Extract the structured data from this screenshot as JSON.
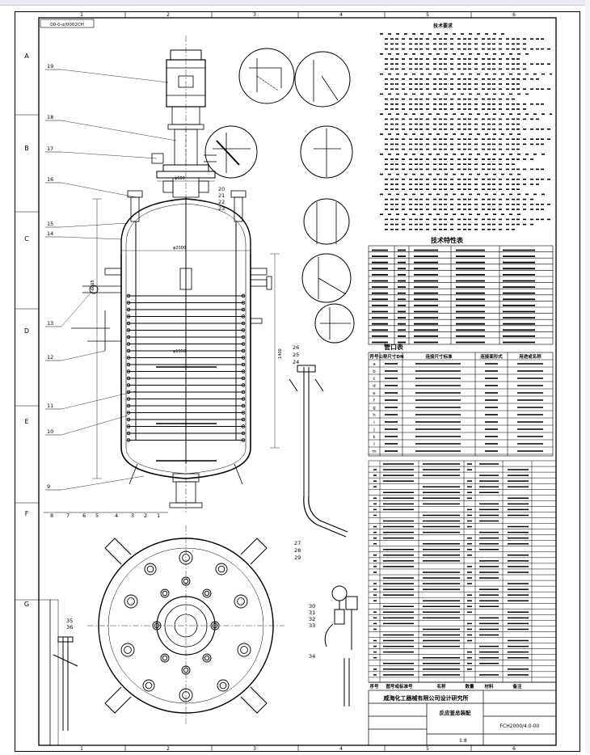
{
  "drawing": {
    "code_top": "00-0·α/0002CH",
    "grid_cols": [
      "1",
      "2",
      "3",
      "4",
      "5",
      "6"
    ],
    "grid_rows": [
      "A",
      "B",
      "C",
      "D",
      "E",
      "F",
      "G"
    ],
    "parts_left": [
      "19",
      "18",
      "17",
      "16",
      "15",
      "14",
      "13",
      "12",
      "11",
      "10",
      "9"
    ],
    "parts_bottom": [
      "8",
      "7",
      "6",
      "5",
      "4",
      "3",
      "2",
      "1"
    ],
    "parts_right": [
      "20",
      "21",
      "22",
      "23",
      "26",
      "25",
      "24",
      "27",
      "28",
      "29",
      "30",
      "31",
      "32",
      "33",
      "34",
      "35",
      "36"
    ],
    "dimensions": {
      "d_top": "φ600",
      "d_inner": "φ2000",
      "height_total": "6065",
      "height_shell": "1400",
      "d_coil": "φ1950"
    },
    "tech_title": "技术特性表",
    "nozzle_title": "管口表",
    "nozzle_headers": [
      "符号",
      "公称尺寸DN",
      "连接尺寸标准",
      "连接面形式",
      "用途或名称"
    ],
    "nozzle_letters": [
      "a",
      "b",
      "c",
      "d",
      "e",
      "f",
      "g",
      "h",
      "i",
      "j",
      "k",
      "l",
      "m"
    ],
    "company": "威海化工器械有限公司设计研究所",
    "product_name": "反应釜总装配",
    "drawing_no": "FCH2000/4.0-00",
    "scale": "1:8",
    "tech_head": "技术要求",
    "bom_head": [
      "序号",
      "图号或标准号",
      "名称",
      "数量",
      "材料",
      "备注"
    ]
  }
}
